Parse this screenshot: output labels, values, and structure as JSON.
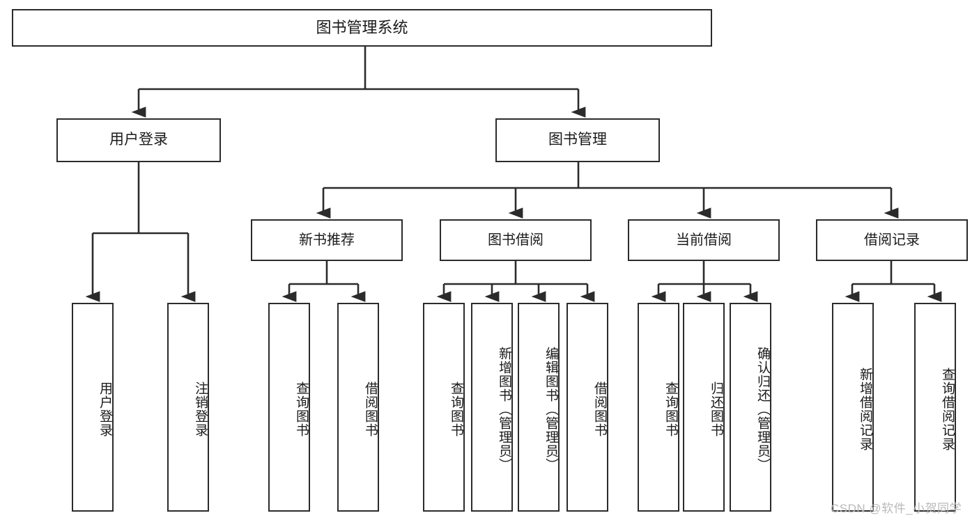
{
  "diagram": {
    "type": "tree",
    "title": "图书管理系统",
    "watermark": "CSDN @软件_小贺同学",
    "colors": {
      "box_border": "#2b2b2b",
      "box_fill": "#ffffff",
      "edge": "#2b2b2b",
      "text": "#1a1a1a",
      "watermark": "#b9b9b9"
    },
    "nodes": {
      "root": "图书管理系统",
      "user_login": "用户登录",
      "book_manage": "图书管理",
      "new_book_rec": "新书推荐",
      "book_borrow": "图书借阅",
      "current_borrow": "当前借阅",
      "borrow_record": "借阅记录",
      "leaf_user_login": "用户登录",
      "leaf_user_logout": "注销登录",
      "leaf_query_book_1": "查询图书",
      "leaf_borrow_book_1": "借阅图书",
      "leaf_query_book_2": "查询图书",
      "leaf_add_book_admin": "新增图书（管理员）",
      "leaf_edit_book_admin": "编辑图书（管理员）",
      "leaf_borrow_book_2": "借阅图书",
      "leaf_query_book_3": "查询图书",
      "leaf_return_book": "归还图书",
      "leaf_confirm_return_admin": "确认归还（管理员）",
      "leaf_add_borrow_record": "新增借阅记录",
      "leaf_query_borrow_record": "查询借阅记录"
    },
    "edges": [
      {
        "from": "root",
        "to": "user_login"
      },
      {
        "from": "root",
        "to": "book_manage"
      },
      {
        "from": "user_login",
        "to": "leaf_user_login"
      },
      {
        "from": "user_login",
        "to": "leaf_user_logout"
      },
      {
        "from": "book_manage",
        "to": "new_book_rec"
      },
      {
        "from": "book_manage",
        "to": "book_borrow"
      },
      {
        "from": "book_manage",
        "to": "current_borrow"
      },
      {
        "from": "book_manage",
        "to": "borrow_record"
      },
      {
        "from": "new_book_rec",
        "to": "leaf_query_book_1"
      },
      {
        "from": "new_book_rec",
        "to": "leaf_borrow_book_1"
      },
      {
        "from": "book_borrow",
        "to": "leaf_query_book_2"
      },
      {
        "from": "book_borrow",
        "to": "leaf_add_book_admin"
      },
      {
        "from": "book_borrow",
        "to": "leaf_edit_book_admin"
      },
      {
        "from": "book_borrow",
        "to": "leaf_borrow_book_2"
      },
      {
        "from": "current_borrow",
        "to": "leaf_query_book_3"
      },
      {
        "from": "current_borrow",
        "to": "leaf_return_book"
      },
      {
        "from": "current_borrow",
        "to": "leaf_confirm_return_admin"
      },
      {
        "from": "borrow_record",
        "to": "leaf_add_borrow_record"
      },
      {
        "from": "borrow_record",
        "to": "leaf_query_borrow_record"
      }
    ]
  }
}
